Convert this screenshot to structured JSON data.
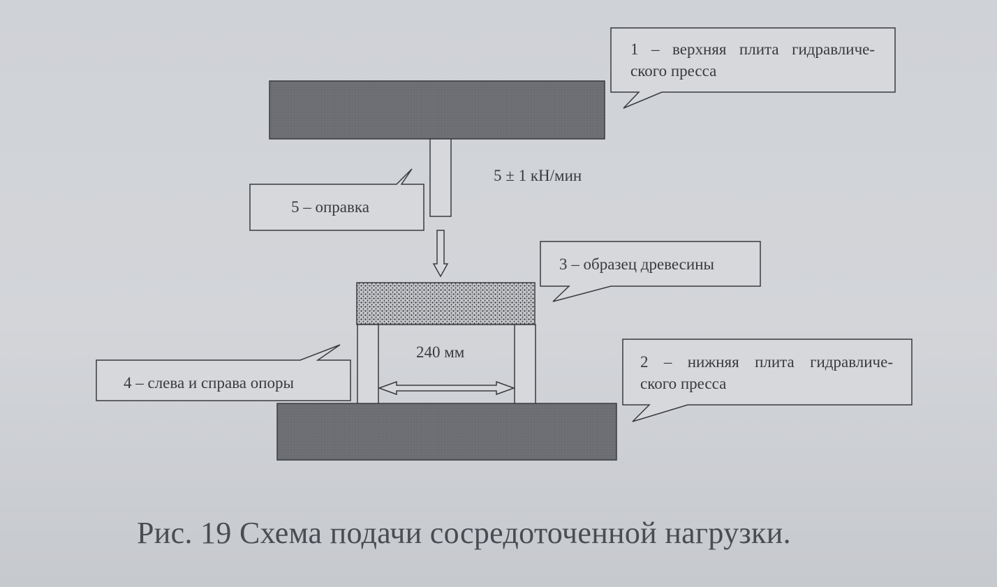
{
  "labels": {
    "upper_plate_line1": "1 – верхняя плита гидравличе-",
    "upper_plate_line2": "ского пресса",
    "mandrel": "5 – оправка",
    "load_rate": "5 ± 1 кН/мин",
    "specimen": "3 – образец древесины",
    "supports": "4 – слева и справа опоры",
    "lower_plate_line1": "2 – нижняя плита гидравличе-",
    "lower_plate_line2": "ского пресса",
    "span": "240 мм"
  },
  "caption": "Рис. 19 Схема подачи сосредоточенной нагрузки.",
  "colors": {
    "plate_fill": "#6e6f74",
    "line": "#3a3a3e",
    "callout_fill": "#d6d8dc"
  }
}
